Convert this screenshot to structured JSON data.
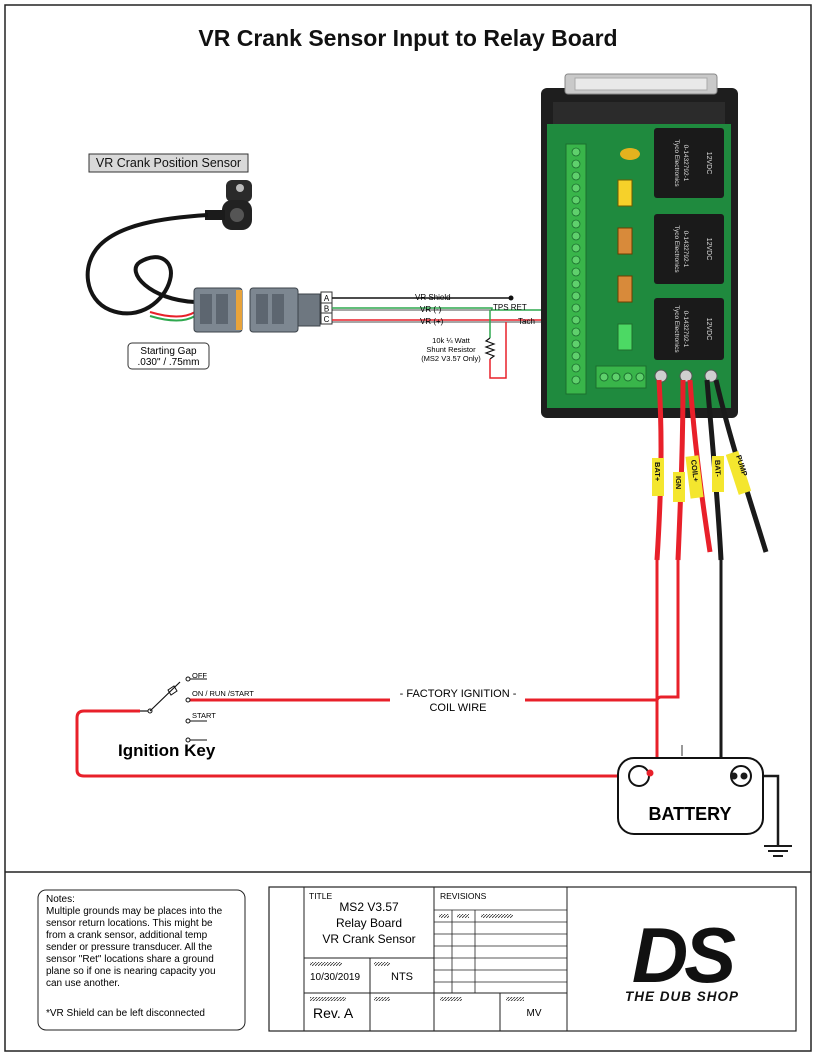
{
  "title": "VR Crank Sensor Input to Relay Board",
  "sensor": {
    "label": "VR Crank Position Sensor",
    "gap_line1": "Starting Gap",
    "gap_line2": ".030\" / .75mm",
    "pins": [
      "A",
      "B",
      "C"
    ]
  },
  "wires": {
    "vr_shield": "VR Shield",
    "vr_minus": "VR (-)",
    "vr_plus": "VR (+)",
    "tps_ret": "TPS RET",
    "tach": "Tach"
  },
  "resistor": {
    "line1": "10k ¼ Watt",
    "line2": "Shunt Resistor",
    "line3": "(MS2 V3.57 Only)"
  },
  "board": {
    "relay_brand": "Tyco Electronics",
    "relay_part": "0-1432792-1",
    "relay_voltage": "12VDC",
    "wire_tags": [
      "BAT+",
      "IGN",
      "COIL+",
      "BAT-",
      "PUMP"
    ]
  },
  "ignition": {
    "label": "Ignition Key",
    "off": "OFF",
    "on_run_start": "ON / RUN /START",
    "start": "START",
    "factory_line1": "- FACTORY IGNITION -",
    "factory_line2": "COIL WIRE"
  },
  "battery": {
    "label": "BATTERY"
  },
  "notes": {
    "heading": "Notes:",
    "body_lines": [
      "Multiple grounds may be places into the",
      "sensor return locations. This might be",
      "from a crank sensor, additional temp",
      "sender or pressure transducer. All the",
      "sensor \"Ret\" locations share a ground",
      "plane so if one is nearing capacity you",
      "can use another."
    ],
    "footnote": "*VR Shield can be left disconnected"
  },
  "title_block": {
    "title_label": "TITLE",
    "title_lines": [
      "MS2 V3.57",
      "Relay Board",
      "VR Crank Sensor"
    ],
    "revisions_label": "REVISIONS",
    "date": "10/30/2019",
    "scale": "NTS",
    "rev": "Rev. A",
    "author": "MV"
  },
  "logo": {
    "mark": "DS",
    "tagline": "THE DUB SHOP"
  },
  "colors": {
    "red_wire": "#e8202a",
    "green_wire": "#2fa84f",
    "black_wire": "#111111",
    "board_green": "#1f8a3e",
    "terminal_green": "#39b54a",
    "relay_black": "#1a1a1a"
  }
}
